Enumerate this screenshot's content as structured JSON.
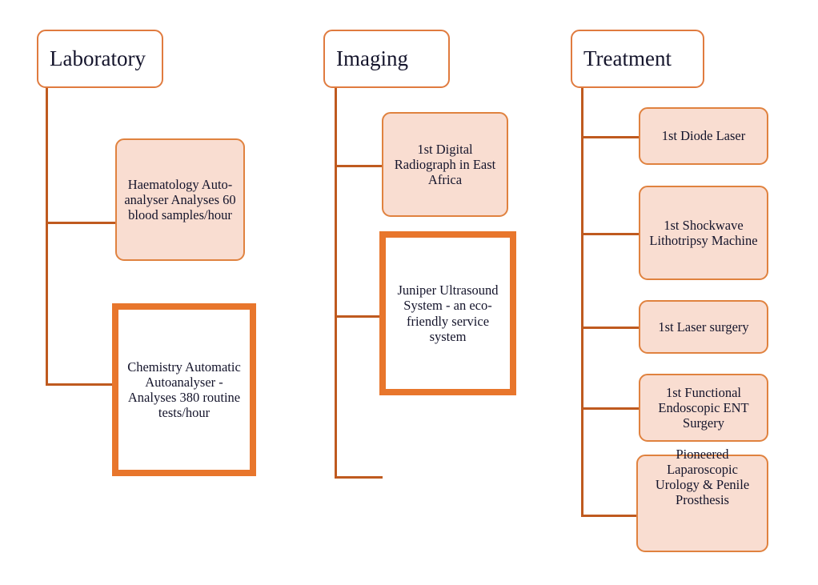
{
  "diagram": {
    "title": "Hospital Capabilities Tree",
    "colors": {
      "box_fill": "#f9ddd1",
      "box_border": "#e0823f",
      "header_fill": "#ffffff",
      "header_border": "#e07b3f",
      "highlight_border": "#e8762c",
      "connector": "#bf5a1f",
      "text": "#14142b",
      "background": "#ffffff"
    },
    "branches": [
      {
        "id": "laboratory",
        "header": "Laboratory",
        "items": [
          {
            "id": "haematology",
            "label": "Haematology Auto-analyser Analyses 60 blood samples/hour",
            "highlighted": false
          },
          {
            "id": "chemistry",
            "label": "Chemistry Automatic Autoanalyser - Analyses 380 routine tests/hour",
            "highlighted": true
          }
        ]
      },
      {
        "id": "imaging",
        "header": "Imaging",
        "items": [
          {
            "id": "digital-radiograph",
            "label": "1st Digital Radiograph in East Africa",
            "highlighted": false
          },
          {
            "id": "juniper-ultrasound",
            "label": "Juniper Ultrasound System - an eco-friendly service system",
            "highlighted": true
          },
          {
            "id": "empty-branch",
            "label": "",
            "highlighted": false
          }
        ]
      },
      {
        "id": "treatment",
        "header": "Treatment",
        "items": [
          {
            "id": "diode-laser",
            "label": "1st Diode Laser",
            "highlighted": false
          },
          {
            "id": "shockwave-lithotripsy",
            "label": "1st Shockwave Lithotripsy Machine",
            "highlighted": false
          },
          {
            "id": "laser-surgery",
            "label": "1st Laser surgery",
            "highlighted": false
          },
          {
            "id": "functional-endoscopic-ent",
            "label": "1st Functional Endoscopic ENT Surgery",
            "highlighted": false
          },
          {
            "id": "laparoscopic-urology",
            "label": "Pioneered Laparoscopic Urology & Penile Prosthesis",
            "highlighted": false
          }
        ]
      }
    ]
  }
}
